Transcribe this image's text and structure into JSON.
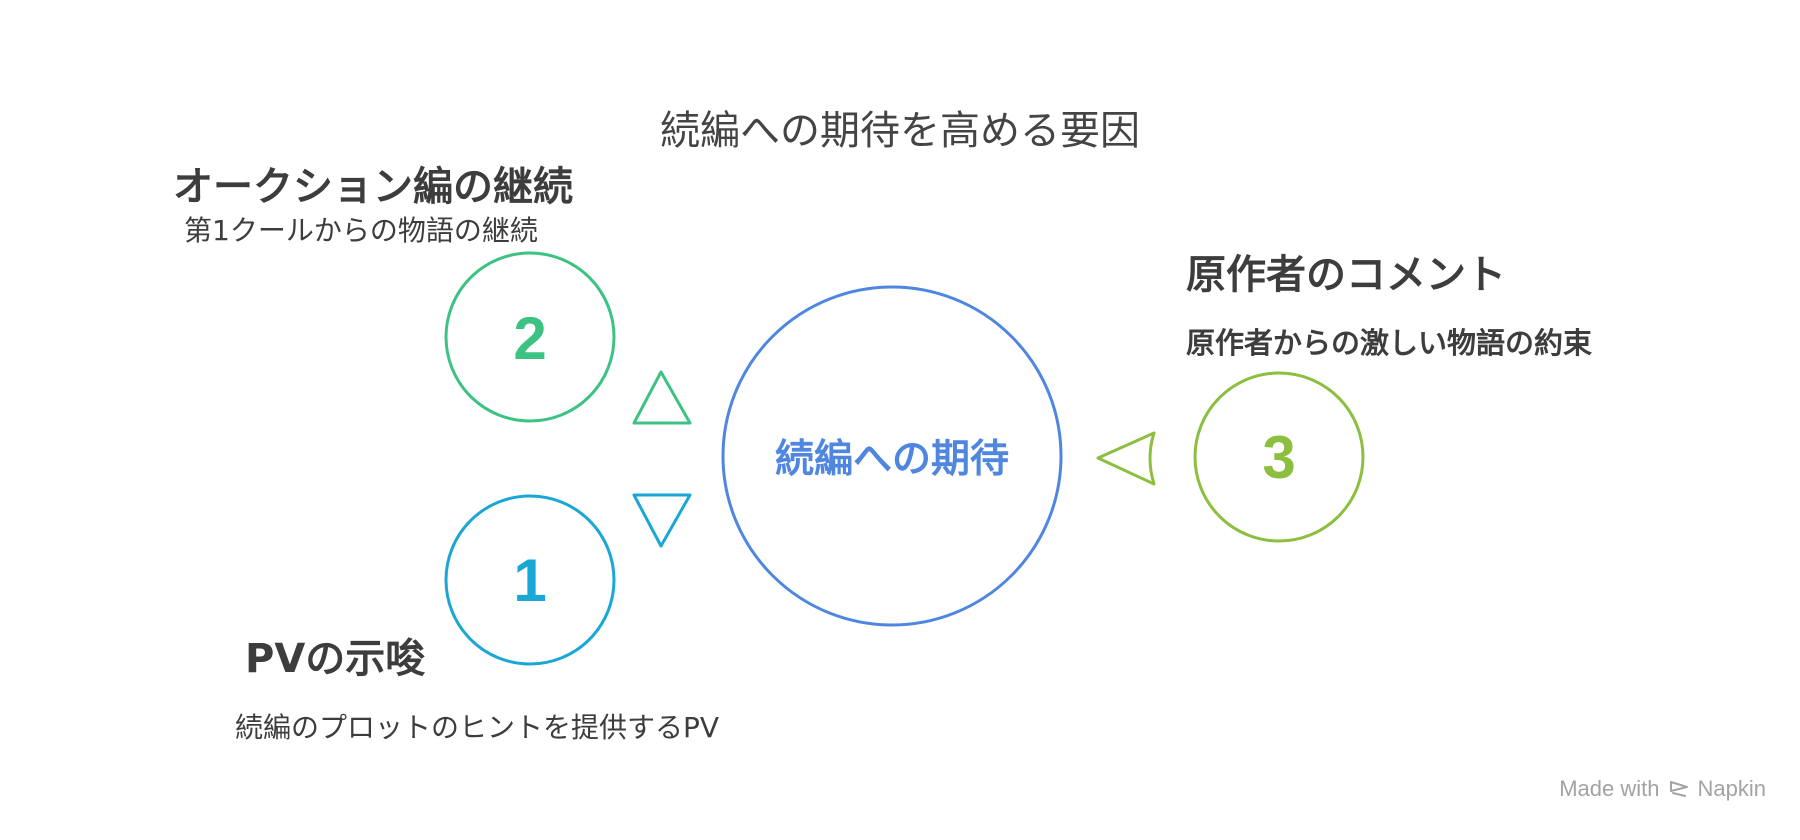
{
  "title": "続編への期待を高める要因",
  "center": {
    "label": "続編への期待",
    "color": "#4f86e0"
  },
  "items": [
    {
      "number": "2",
      "title": "オークション編の継続",
      "description": "第1クールからの物語の継続",
      "color": "#3cc283"
    },
    {
      "number": "1",
      "title": "PVの示唆",
      "description": "続編のプロットのヒントを提供するPV",
      "color": "#1aa7d6"
    },
    {
      "number": "3",
      "title": "原作者のコメント",
      "description": "原作者からの激しい物語の約束",
      "color": "#8cbf3f"
    }
  ],
  "branding": {
    "made_with": "Made with",
    "name": "Napkin"
  }
}
